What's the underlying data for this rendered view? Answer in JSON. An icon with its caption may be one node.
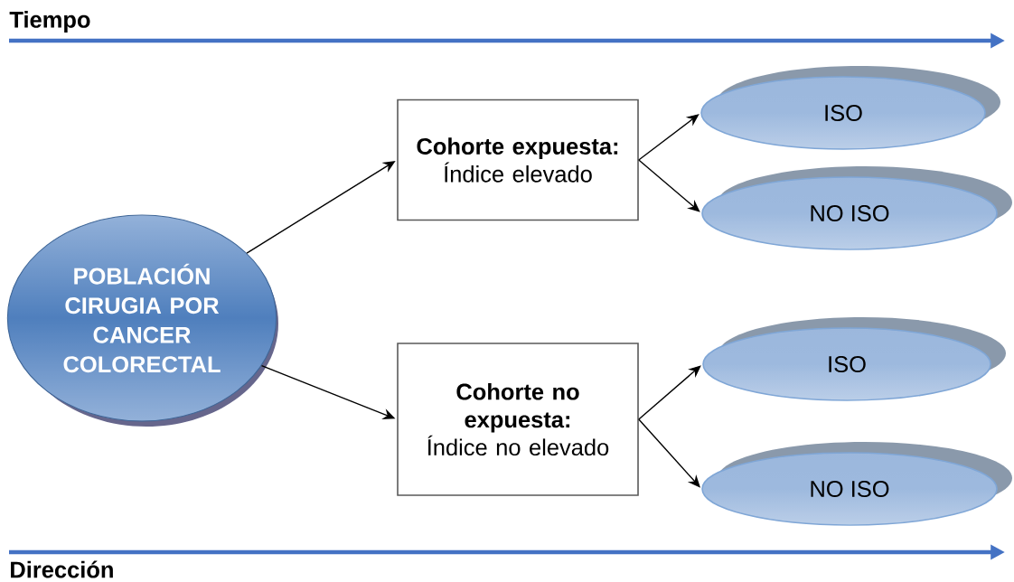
{
  "diagram": {
    "nodes": [
      {
        "text": [
          "POBLACIÓN CIRUGIA POR CANCER COLORECTAL"
        ]
      },
      {
        "text": [
          "Cohorte expuesta:",
          "Índice elevado"
        ]
      },
      {
        "text": [
          "ISO"
        ]
      },
      {
        "text": [
          "NO ISO"
        ]
      },
      {
        "text": [
          "Cohorte no expuesta:",
          "Índice no elevado"
        ]
      },
      {
        "text": [
          "ISO"
        ]
      },
      {
        "text": [
          "NO ISO"
        ]
      }
    ],
    "edges": [
      {
        "from": 0,
        "to": 1,
        "arrow": "to"
      },
      {
        "from": 0,
        "to": 4,
        "arrow": "to"
      },
      {
        "from": 1,
        "to": 2,
        "arrow": "to"
      },
      {
        "from": 1,
        "to": 3,
        "arrow": "to"
      },
      {
        "from": 4,
        "to": 5,
        "arrow": "to"
      },
      {
        "from": 4,
        "to": 6,
        "arrow": "to"
      }
    ],
    "labels": [
      "Tiempo",
      "Dirección"
    ]
  }
}
